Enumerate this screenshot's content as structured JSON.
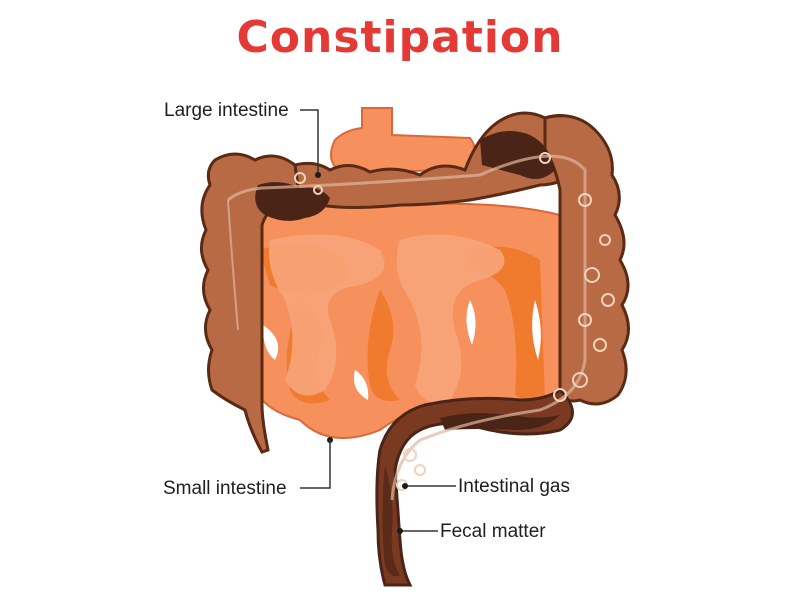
{
  "title": "Constipation",
  "colors": {
    "title": "#e53935",
    "large_intestine": "#b86a45",
    "large_intestine_outline": "#5a2a14",
    "small_intestine": "#f6905c",
    "small_intestine_dark": "#f07a2e",
    "fecal_matter": "#4a2417",
    "leader_line": "#333333"
  },
  "labels": {
    "large_intestine": "Large intestine",
    "small_intestine": "Small intestine",
    "intestinal_gas": "Intestinal gas",
    "fecal_matter": "Fecal matter"
  }
}
